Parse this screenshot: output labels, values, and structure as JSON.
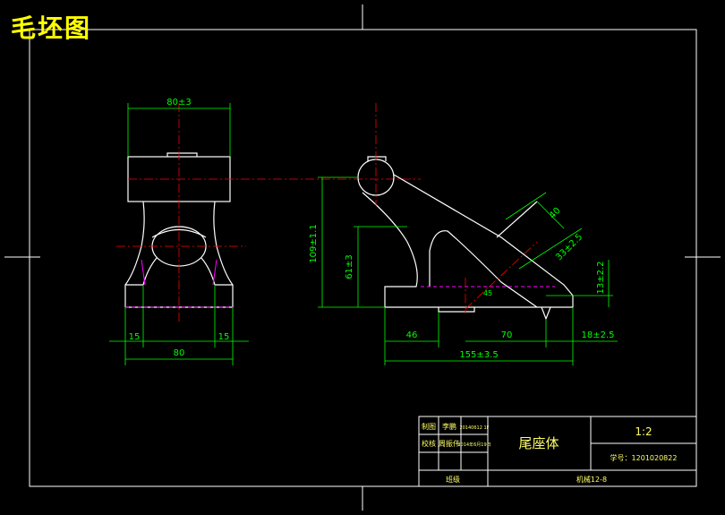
{
  "title": "毛坯图",
  "colors": {
    "background": "#000000",
    "outline": "#ffffff",
    "dimension": "#00ff00",
    "centerline": "#ff0000",
    "hidden": "#ff00ff",
    "title_text": "#ffff00",
    "block_text": "#ffff66"
  },
  "dimensions": {
    "front_top_width": "80±3",
    "front_bottom_width": "80",
    "front_left_margin": "15",
    "front_right_margin": "15",
    "side_total_height": "109±1.1",
    "side_mid_height": "61±3",
    "side_left_base": "46",
    "side_mid_base": "70",
    "side_total_length": "155±3.5",
    "side_right_base": "18±2.5",
    "side_step_height": "13±2.2",
    "arm_width": "40",
    "arm_depth": "33±2.5",
    "arm_angle": "45"
  },
  "title_block": {
    "name": "尾座体",
    "scale": "1:2",
    "r1c1": "制图",
    "r1c2": "李鹏",
    "r1c3": "20140612 1F",
    "r2c1": "校核",
    "r2c2": "周振伟",
    "r2c3": "2014年6月19日",
    "student_id": "学号：1201020822",
    "r3c1": "班级",
    "class_name": "机械12-8"
  }
}
